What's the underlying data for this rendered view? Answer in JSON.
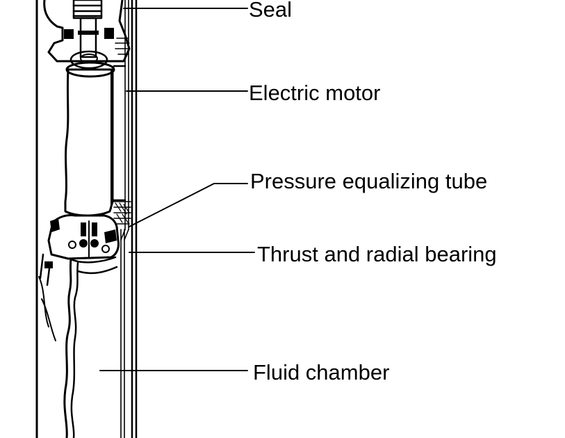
{
  "diagram": {
    "labels": {
      "seal": "Seal",
      "electric_motor": "Electric motor",
      "pressure_tube": "Pressure equalizing tube",
      "thrust_bearing": "Thrust and radial bearing",
      "fluid_chamber": "Fluid chamber"
    },
    "colors": {
      "ink": "#000000",
      "background": "#ffffff"
    }
  }
}
